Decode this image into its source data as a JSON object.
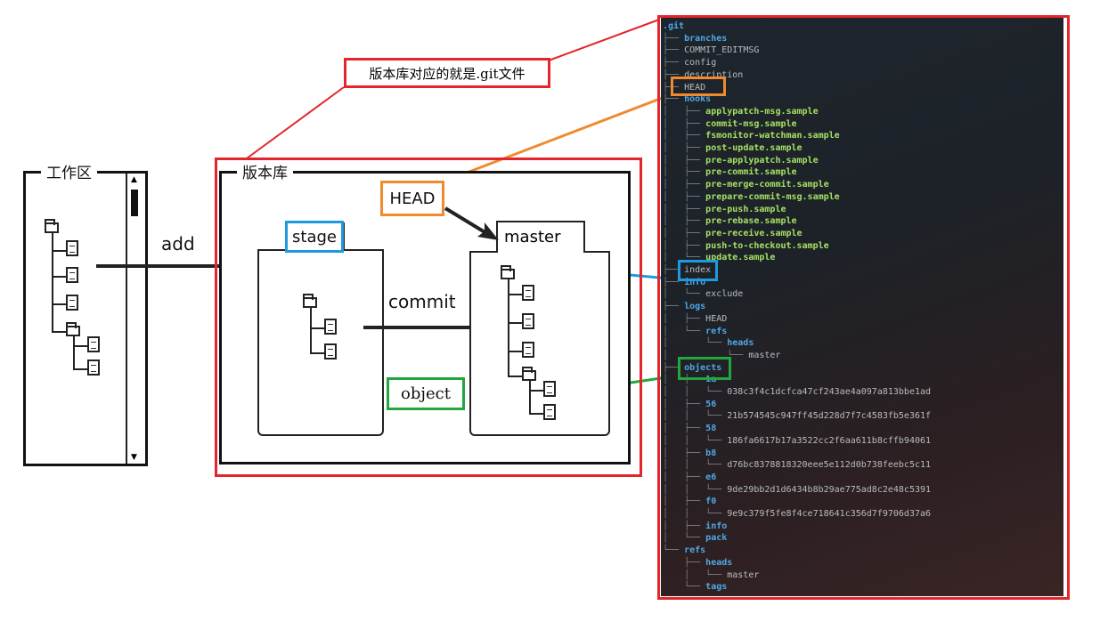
{
  "callout": "版本库对应的就是.git文件",
  "workspace": {
    "title": "工作区"
  },
  "repo": {
    "title": "版本库",
    "stage": "stage",
    "master": "master"
  },
  "labels": {
    "add": "add",
    "commit": "commit",
    "head": "HEAD",
    "object": "object"
  },
  "colors": {
    "red": "#e3262b",
    "orange": "#f08a2e",
    "blue": "#1e9ae0",
    "green": "#22a63e"
  },
  "tree": [
    {
      "prefix": "",
      "name": ".git",
      "kind": "dir"
    },
    {
      "prefix": "├── ",
      "name": "branches",
      "kind": "dir"
    },
    {
      "prefix": "├── ",
      "name": "COMMIT_EDITMSG",
      "kind": "txt"
    },
    {
      "prefix": "├── ",
      "name": "config",
      "kind": "txt"
    },
    {
      "prefix": "├── ",
      "name": "description",
      "kind": "txt"
    },
    {
      "prefix": "├── ",
      "name": "HEAD",
      "kind": "txt"
    },
    {
      "prefix": "├── ",
      "name": "hooks",
      "kind": "dir"
    },
    {
      "prefix": "│   ├── ",
      "name": "applypatch-msg.sample",
      "kind": "exe"
    },
    {
      "prefix": "│   ├── ",
      "name": "commit-msg.sample",
      "kind": "exe"
    },
    {
      "prefix": "│   ├── ",
      "name": "fsmonitor-watchman.sample",
      "kind": "exe"
    },
    {
      "prefix": "│   ├── ",
      "name": "post-update.sample",
      "kind": "exe"
    },
    {
      "prefix": "│   ├── ",
      "name": "pre-applypatch.sample",
      "kind": "exe"
    },
    {
      "prefix": "│   ├── ",
      "name": "pre-commit.sample",
      "kind": "exe"
    },
    {
      "prefix": "│   ├── ",
      "name": "pre-merge-commit.sample",
      "kind": "exe"
    },
    {
      "prefix": "│   ├── ",
      "name": "prepare-commit-msg.sample",
      "kind": "exe"
    },
    {
      "prefix": "│   ├── ",
      "name": "pre-push.sample",
      "kind": "exe"
    },
    {
      "prefix": "│   ├── ",
      "name": "pre-rebase.sample",
      "kind": "exe"
    },
    {
      "prefix": "│   ├── ",
      "name": "pre-receive.sample",
      "kind": "exe"
    },
    {
      "prefix": "│   ├── ",
      "name": "push-to-checkout.sample",
      "kind": "exe"
    },
    {
      "prefix": "│   └── ",
      "name": "update.sample",
      "kind": "exe"
    },
    {
      "prefix": "├── ",
      "name": "index",
      "kind": "txt"
    },
    {
      "prefix": "├── ",
      "name": "info",
      "kind": "dir"
    },
    {
      "prefix": "│   └── ",
      "name": "exclude",
      "kind": "txt"
    },
    {
      "prefix": "├── ",
      "name": "logs",
      "kind": "dir"
    },
    {
      "prefix": "│   ├── ",
      "name": "HEAD",
      "kind": "txt"
    },
    {
      "prefix": "│   └── ",
      "name": "refs",
      "kind": "dir"
    },
    {
      "prefix": "│       └── ",
      "name": "heads",
      "kind": "dir"
    },
    {
      "prefix": "│           └── ",
      "name": "master",
      "kind": "txt"
    },
    {
      "prefix": "├── ",
      "name": "objects",
      "kind": "dir"
    },
    {
      "prefix": "│   ├── ",
      "name": "1a",
      "kind": "dir"
    },
    {
      "prefix": "│   │   └── ",
      "name": "038c3f4c1dcfca47cf243ae4a097a813bbe1ad",
      "kind": "txt"
    },
    {
      "prefix": "│   ├── ",
      "name": "56",
      "kind": "dir"
    },
    {
      "prefix": "│   │   └── ",
      "name": "21b574545c947ff45d228d7f7c4583fb5e361f",
      "kind": "txt"
    },
    {
      "prefix": "│   ├── ",
      "name": "58",
      "kind": "dir"
    },
    {
      "prefix": "│   │   └── ",
      "name": "186fa6617b17a3522cc2f6aa611b8cffb94061",
      "kind": "txt"
    },
    {
      "prefix": "│   ├── ",
      "name": "b8",
      "kind": "dir"
    },
    {
      "prefix": "│   │   └── ",
      "name": "d76bc8378818320eee5e112d0b738feebc5c11",
      "kind": "txt"
    },
    {
      "prefix": "│   ├── ",
      "name": "e6",
      "kind": "dir"
    },
    {
      "prefix": "│   │   └── ",
      "name": "9de29bb2d1d6434b8b29ae775ad8c2e48c5391",
      "kind": "txt"
    },
    {
      "prefix": "│   ├── ",
      "name": "f0",
      "kind": "dir"
    },
    {
      "prefix": "│   │   └── ",
      "name": "9e9c379f5fe8f4ce718641c356d7f9706d37a6",
      "kind": "txt"
    },
    {
      "prefix": "│   ├── ",
      "name": "info",
      "kind": "dir"
    },
    {
      "prefix": "│   └── ",
      "name": "pack",
      "kind": "dir"
    },
    {
      "prefix": "└── ",
      "name": "refs",
      "kind": "dir"
    },
    {
      "prefix": "    ├── ",
      "name": "heads",
      "kind": "dir"
    },
    {
      "prefix": "    │   └── ",
      "name": "master",
      "kind": "txt"
    },
    {
      "prefix": "    └── ",
      "name": "tags",
      "kind": "dir"
    }
  ]
}
